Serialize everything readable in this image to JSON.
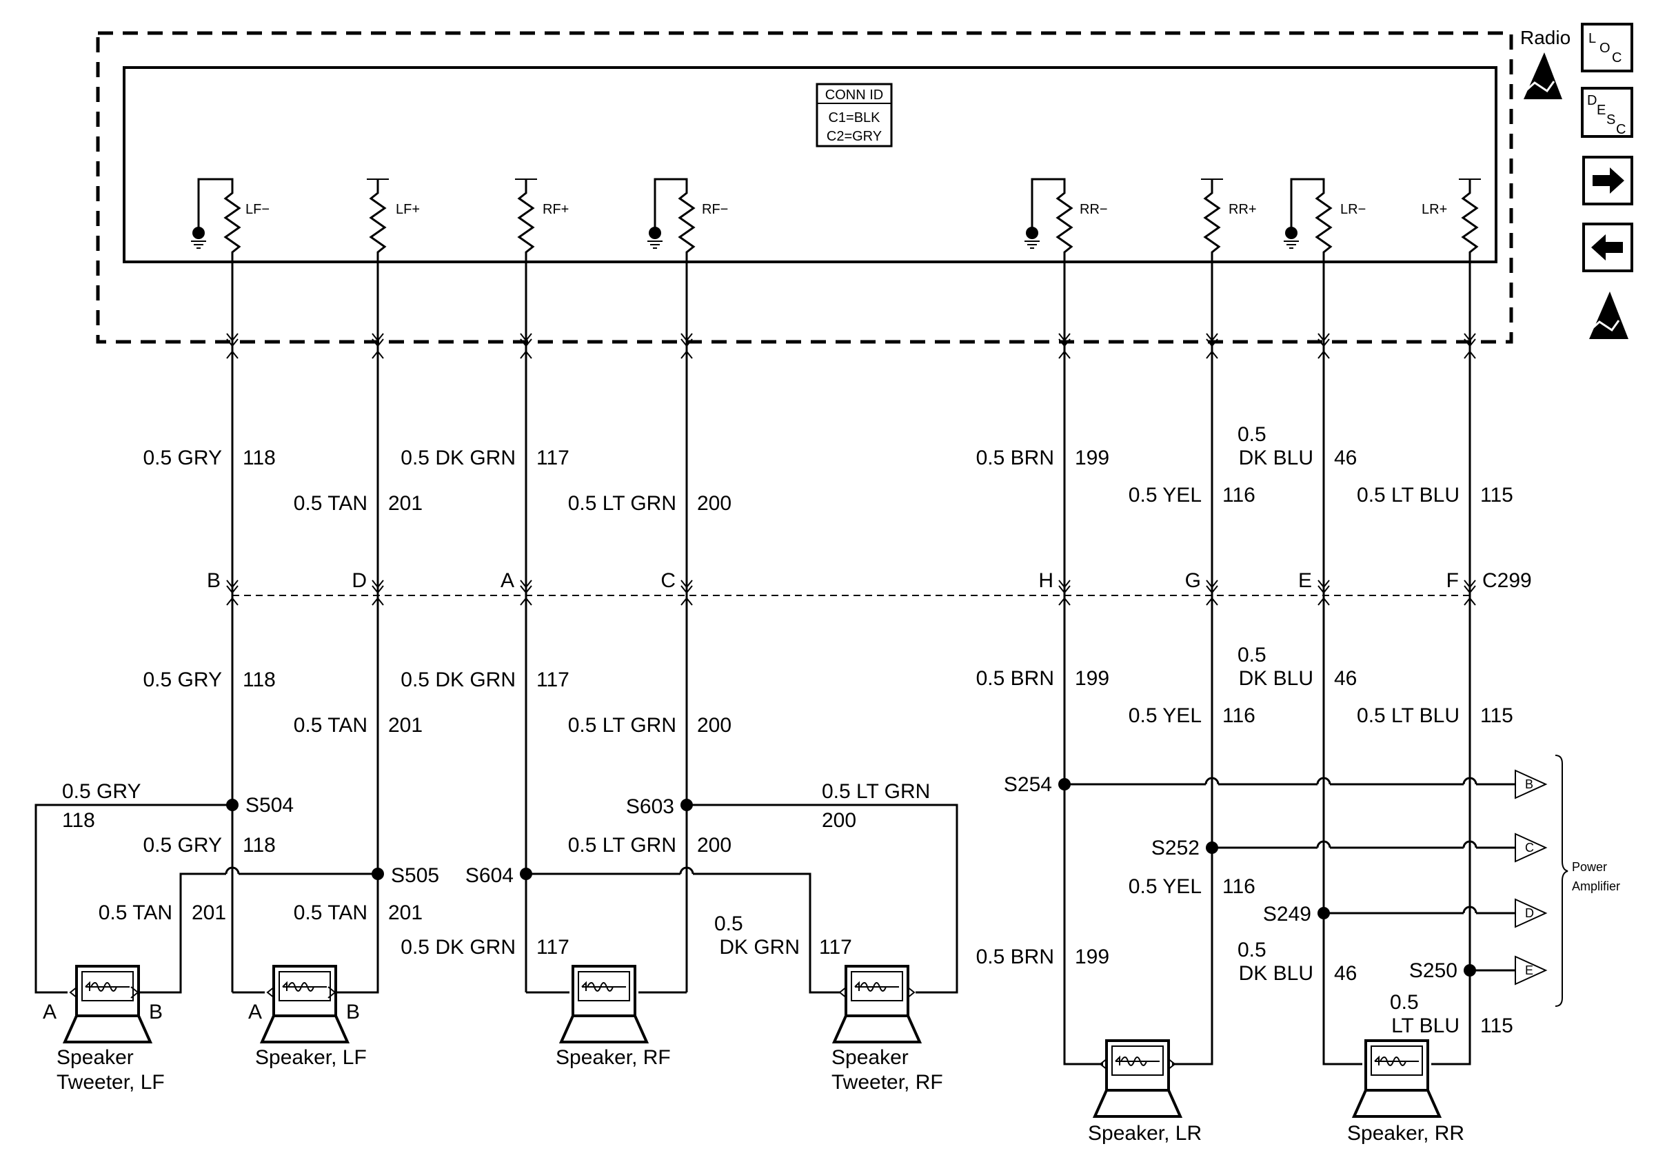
{
  "radio": {
    "title": "Radio",
    "conn_id": {
      "header": "CONN ID",
      "c1": "C1=BLK",
      "c2": "C2=GRY"
    },
    "terminals": [
      "LF−",
      "LF+",
      "RF+",
      "RF−",
      "RR−",
      "RR+",
      "LR−",
      "LR+"
    ]
  },
  "side_icons": [
    "loc-icon",
    "desc-icon",
    "next-arrow-icon",
    "prev-arrow-icon",
    "esd-icon"
  ],
  "connector": {
    "id": "C299",
    "pins": [
      "B",
      "D",
      "A",
      "C",
      "H",
      "G",
      "E",
      "F"
    ]
  },
  "wires_upper": [
    {
      "size": "0.5 GRY",
      "circuit": "118"
    },
    {
      "size": "0.5 TAN",
      "circuit": "201"
    },
    {
      "size": "0.5 DK GRN",
      "circuit": "117"
    },
    {
      "size": "0.5 LT GRN",
      "circuit": "200"
    },
    {
      "size": "0.5 BRN",
      "circuit": "199"
    },
    {
      "size": "0.5 YEL",
      "circuit": "116"
    },
    {
      "size1": "0.5",
      "size2": "DK BLU",
      "circuit": "46"
    },
    {
      "size": "0.5 LT BLU",
      "circuit": "115"
    }
  ],
  "wires_lower": [
    {
      "size": "0.5 GRY",
      "circuit": "118"
    },
    {
      "size": "0.5 TAN",
      "circuit": "201"
    },
    {
      "size": "0.5 DK GRN",
      "circuit": "117"
    },
    {
      "size": "0.5 LT GRN",
      "circuit": "200"
    },
    {
      "size": "0.5 BRN",
      "circuit": "199"
    },
    {
      "size": "0.5 YEL",
      "circuit": "116"
    },
    {
      "size1": "0.5",
      "size2": "DK BLU",
      "circuit": "46"
    },
    {
      "size": "0.5 LT BLU",
      "circuit": "115"
    }
  ],
  "splices": [
    "S504",
    "S505",
    "S603",
    "S604",
    "S254",
    "S252",
    "S249",
    "S250"
  ],
  "branch_labels": {
    "gry_top": "0.5 GRY",
    "gry_top_num": "118",
    "gry_mid": "0.5 GRY",
    "gry_mid_num": "118",
    "tan_tw": "0.5 TAN",
    "tan_tw_num": "201",
    "tan_lf": "0.5 TAN",
    "tan_lf_num": "201",
    "dkgrn_rf": "0.5 DK GRN",
    "dkgrn_rf_num": "117",
    "ltgrn_mid": "0.5 LT GRN",
    "ltgrn_mid_num": "200",
    "ltgrn_top": "0.5 LT GRN",
    "ltgrn_top_num": "200",
    "dkgrn_tw1": "0.5",
    "dkgrn_tw2": "DK GRN",
    "dkgrn_tw_num": "117",
    "brn_lr": "0.5 BRN",
    "brn_lr_num": "199",
    "yel_mid": "0.5 YEL",
    "yel_mid_num": "116",
    "dkblu_low1": "0.5",
    "dkblu_low2": "DK BLU",
    "dkblu_low_num": "46",
    "ltblu_low1": "0.5",
    "ltblu_low2": "LT BLU",
    "ltblu_low_num": "115"
  },
  "speakers": {
    "tweeter_lf": {
      "l1": "Speaker",
      "l2": "Tweeter, LF",
      "a": "A",
      "b": "B"
    },
    "lf": {
      "l1": "Speaker, LF",
      "a": "A",
      "b": "B"
    },
    "rf": {
      "l1": "Speaker, RF"
    },
    "tweeter_rf": {
      "l1": "Speaker",
      "l2": "Tweeter, RF"
    },
    "lr": {
      "l1": "Speaker, LR"
    },
    "rr": {
      "l1": "Speaker, RR"
    }
  },
  "power_amplifier": {
    "l1": "Power",
    "l2": "Amplifier",
    "pins": [
      "B",
      "C",
      "D",
      "E"
    ]
  }
}
